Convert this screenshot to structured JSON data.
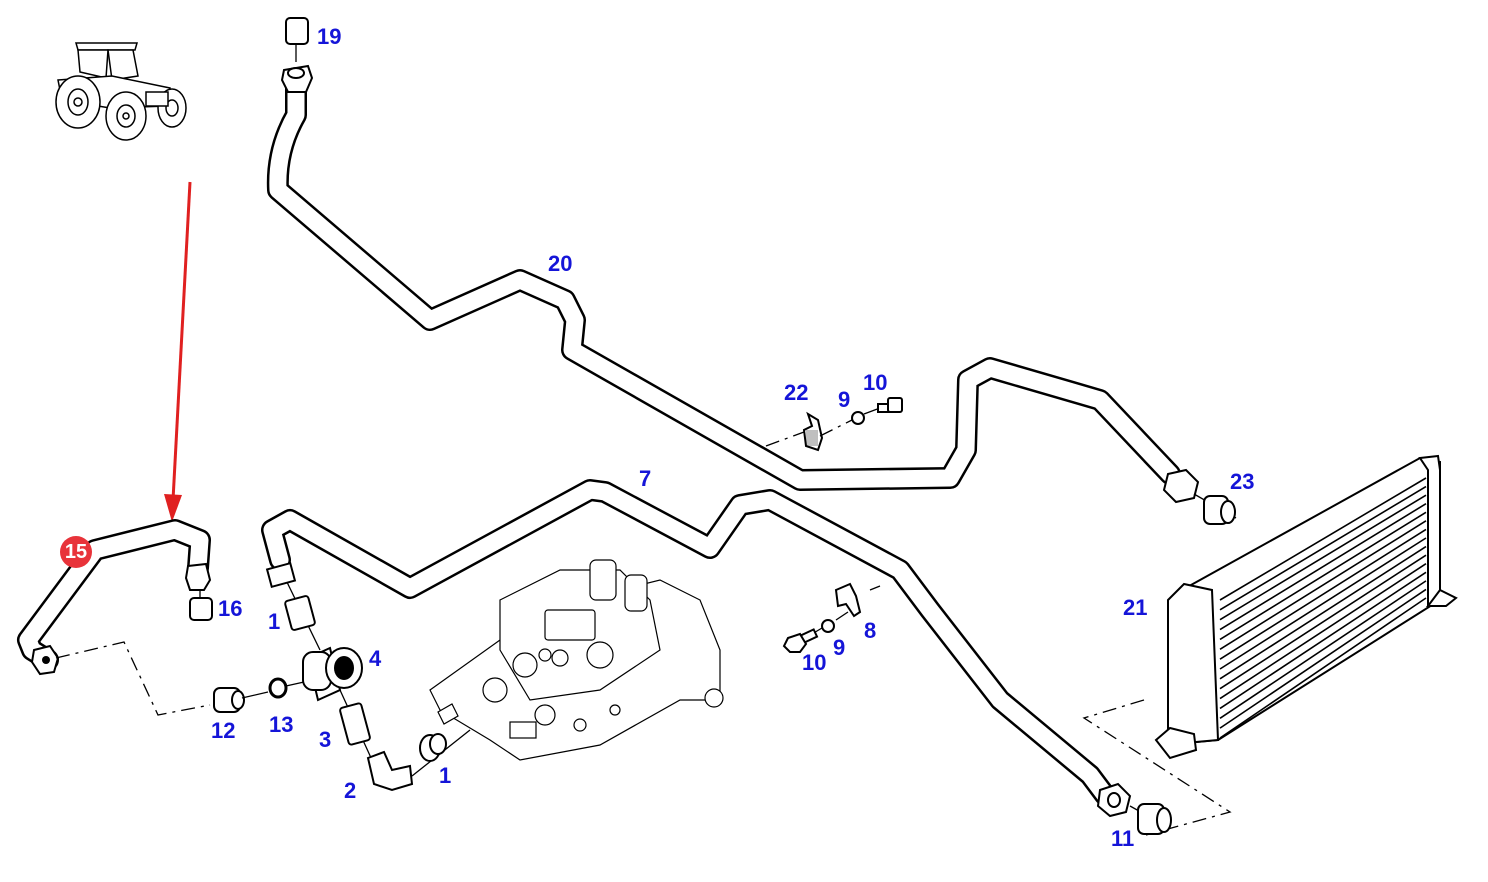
{
  "diagram": {
    "title": "Hydraulic oil cooler lines – exploded parts view",
    "colors": {
      "callout": "#1515d8",
      "highlight": "#e8333a",
      "arrow": "#e02020",
      "line": "#000000"
    },
    "highlighted_part": "15",
    "callouts": [
      {
        "id": "c19",
        "label": "19",
        "part": "Straight adapter (top)"
      },
      {
        "id": "c20",
        "label": "20",
        "part": "Pipe (upper)"
      },
      {
        "id": "c22",
        "label": "22",
        "part": "Clamp (upper)"
      },
      {
        "id": "c9a",
        "label": "9",
        "part": "Washer (upper)"
      },
      {
        "id": "c10a",
        "label": "10",
        "part": "Bolt (upper)"
      },
      {
        "id": "c7",
        "label": "7",
        "part": "Pipe (lower)"
      },
      {
        "id": "c23",
        "label": "23",
        "part": "Adapter at cooler (upper)"
      },
      {
        "id": "c15",
        "label": "15",
        "part": "Pipe (highlighted)"
      },
      {
        "id": "c16",
        "label": "16",
        "part": "Adapter"
      },
      {
        "id": "c1a",
        "label": "1",
        "part": "Adapter (upper)"
      },
      {
        "id": "c4",
        "label": "4",
        "part": "Tee fitting"
      },
      {
        "id": "c12",
        "label": "12",
        "part": "Plug"
      },
      {
        "id": "c13",
        "label": "13",
        "part": "O-ring"
      },
      {
        "id": "c3",
        "label": "3",
        "part": "Adapter"
      },
      {
        "id": "c2",
        "label": "2",
        "part": "Elbow"
      },
      {
        "id": "c1b",
        "label": "1",
        "part": "Adapter (lower)"
      },
      {
        "id": "c21",
        "label": "21",
        "part": "Oil cooler"
      },
      {
        "id": "c8",
        "label": "8",
        "part": "Clamp (lower)"
      },
      {
        "id": "c9b",
        "label": "9",
        "part": "Washer (lower)"
      },
      {
        "id": "c10b",
        "label": "10",
        "part": "Bolt (lower)"
      },
      {
        "id": "c11",
        "label": "11",
        "part": "Adapter at cooler (lower)"
      }
    ]
  }
}
